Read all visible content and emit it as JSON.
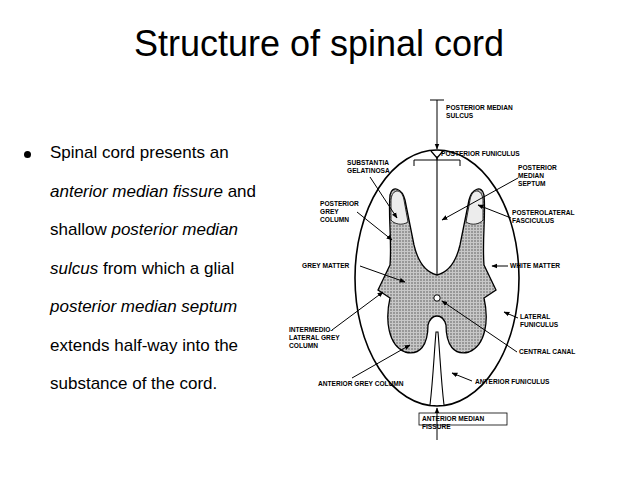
{
  "diagram": {
    "title": "Structure of spinal cord",
    "labels": [
      "Spinal cord presents an",
      "anterior median fissure",
      "and shallow",
      "posterior median sulcus",
      "from which a glial",
      "posterior median septum",
      "extends half-way into the substance of the cord.",
      "POSTERIOR MEDIAN SULCUS",
      "POSTERIOR FUNICULUS",
      "SUBSTANTIA GELATINOSA",
      "POSTERIOR MEDIAN SEPTUM",
      "POSTERIOR GREY COLUMN",
      "POSTEROLATERAL FASCICULUS",
      "GREY MATTER",
      "WHITE MATTER",
      "LATERAL FUNICULUS",
      "INTERMEDIO-LATERAL GREY COLUMN",
      "CENTRAL CANAL",
      "ANTERIOR GREY COLUMN",
      "ANTERIOR FUNICULUS",
      "ANTERIOR MEDIAN FISSURE"
    ]
  }
}
